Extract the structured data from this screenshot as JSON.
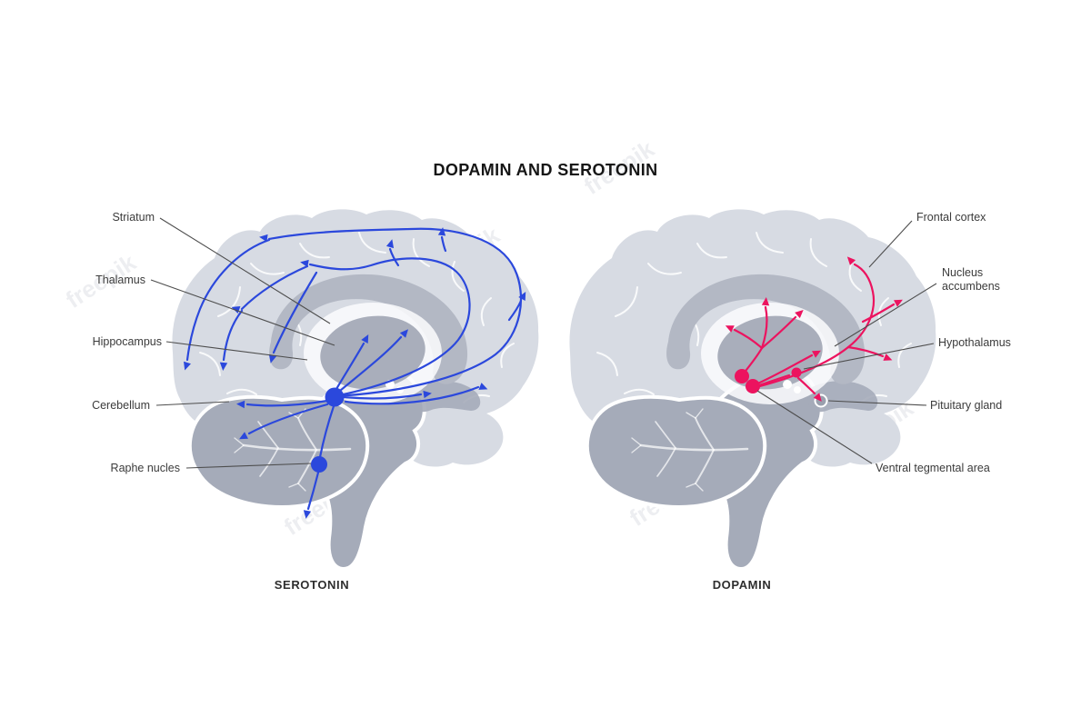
{
  "title": "DOPAMIN AND SEROTONIN",
  "watermark": "freepik",
  "colors": {
    "serotonin": "#2b48dc",
    "dopamine": "#ec135f",
    "cortex": "#d7dbe3",
    "callosum": "#b3b8c4",
    "deepgray": "#a5abb9",
    "thalamus": "#a9aebb",
    "labelline": "#4d4d4d",
    "labeltext": "#3b3b3b"
  },
  "serotonin": {
    "caption": "SEROTONIN",
    "labels": [
      "Striatum",
      "Thalamus",
      "Hippocampus",
      "Cerebellum",
      "Raphe nucles"
    ]
  },
  "dopamine": {
    "caption": "DOPAMIN",
    "labels": [
      "Frontal cortex",
      "Nucleus accumbens",
      "Hypothalamus",
      "Pituitary gland",
      "Ventral tegmental area"
    ]
  }
}
